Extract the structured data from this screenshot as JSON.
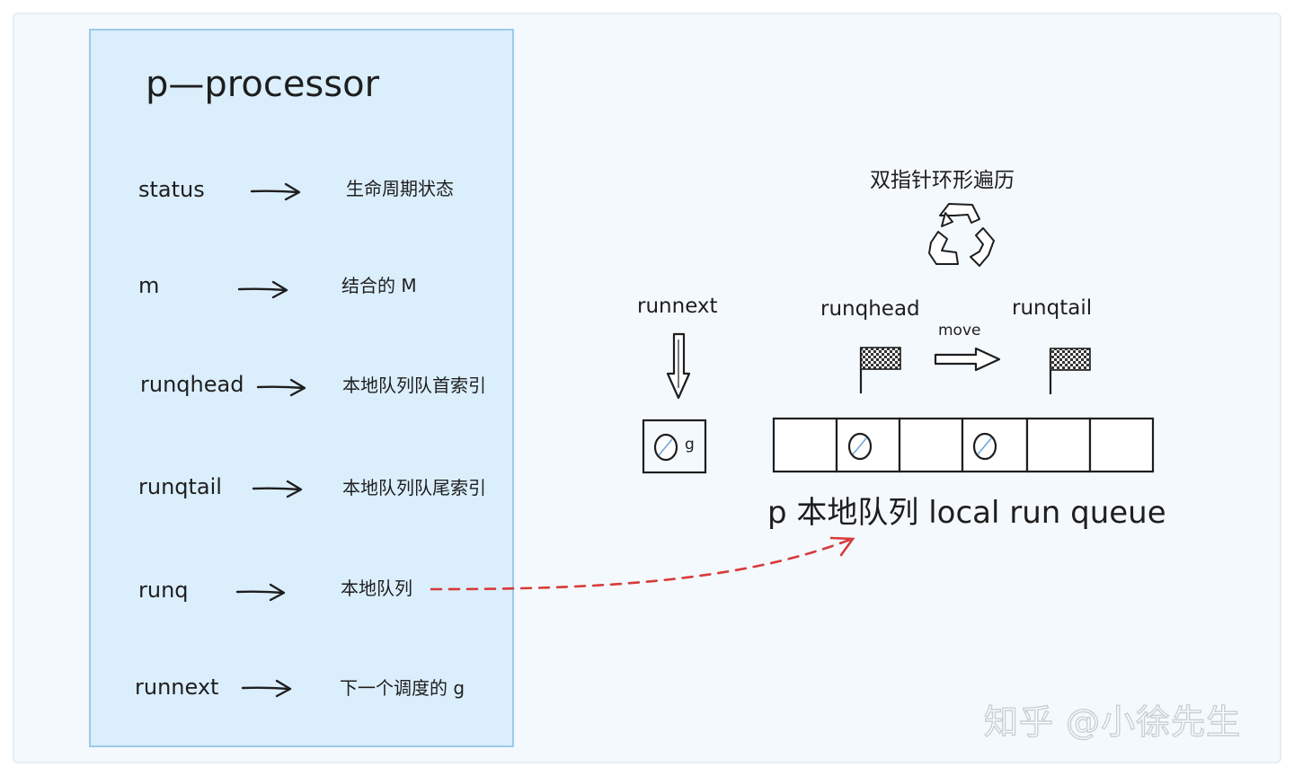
{
  "panel": {
    "title": "p—processor",
    "rows": [
      {
        "field": "status",
        "desc": "生命周期状态"
      },
      {
        "field": "m",
        "desc": "结合的 M"
      },
      {
        "field": "runqhead",
        "desc": "本地队列队首索引"
      },
      {
        "field": "runqtail",
        "desc": "本地队列队尾索引"
      },
      {
        "field": "runq",
        "desc": "本地队列"
      },
      {
        "field": "runnext",
        "desc": "下一个调度的 g"
      }
    ]
  },
  "right": {
    "traversal_label": "双指针环形遍历",
    "runnext_label": "runnext",
    "runqhead_label": "runqhead",
    "runqtail_label": "runqtail",
    "move_label": "move",
    "g_label": "g",
    "ellipsis": "···",
    "queue_title": "p 本地队列 local run queue"
  },
  "watermark": "知乎 @小徐先生",
  "colors": {
    "panel_fill": "#dbeefc",
    "panel_border": "#9ccaea",
    "dashed_arrow": "#d83a3a",
    "ink": "#1e1e1e"
  },
  "icons": [
    "arrow-right-icon",
    "recycle-icon",
    "down-arrow-icon",
    "checkered-flag-icon",
    "goroutine-icon"
  ]
}
